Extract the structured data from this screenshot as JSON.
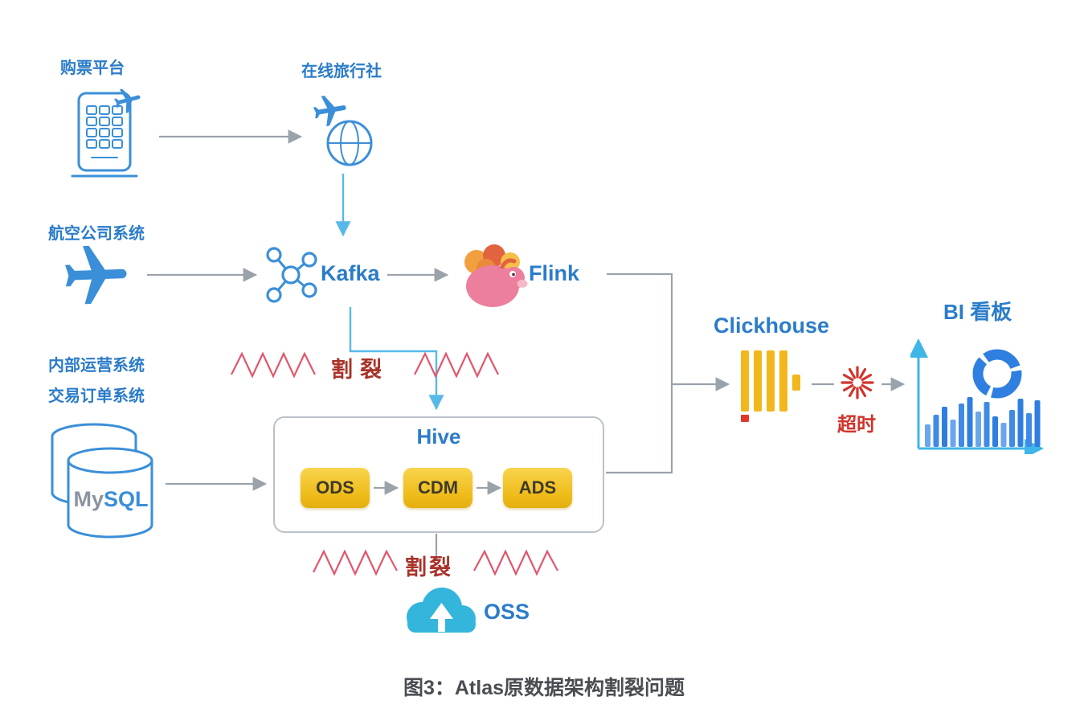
{
  "colors": {
    "accent": "#2b7cc9",
    "icon": "#3b8fd8",
    "line": "#9aa2aa",
    "flowblue": "#58b9e8",
    "red": "#d0342c",
    "darkred": "#a9332a",
    "zigzag": "#e2566b",
    "gold": "#f2b71c",
    "chiptext": "#3f3a28",
    "caption": "#4a4d52",
    "mysqlgray": "#8c93a0"
  },
  "nodes": {
    "ticket_platform": "购票平台",
    "travel_agency": "在线旅行社",
    "airline_system": "航空公司系统",
    "kafka": "Kafka",
    "flink": "Flink",
    "internal_ops": "内部运营系统",
    "order_system": "交易订单系统",
    "mysql": {
      "my": "My",
      "sql": "SQL"
    },
    "hive": {
      "title": "Hive",
      "stages": [
        "ODS",
        "CDM",
        "ADS"
      ]
    },
    "clickhouse": "Clickhouse",
    "timeout": "超时",
    "bi_board": "BI 看板",
    "oss": "OSS"
  },
  "fractures": {
    "top": "割裂",
    "bottom": "割裂"
  },
  "caption": "图3：Atlas原数据架构割裂问题"
}
